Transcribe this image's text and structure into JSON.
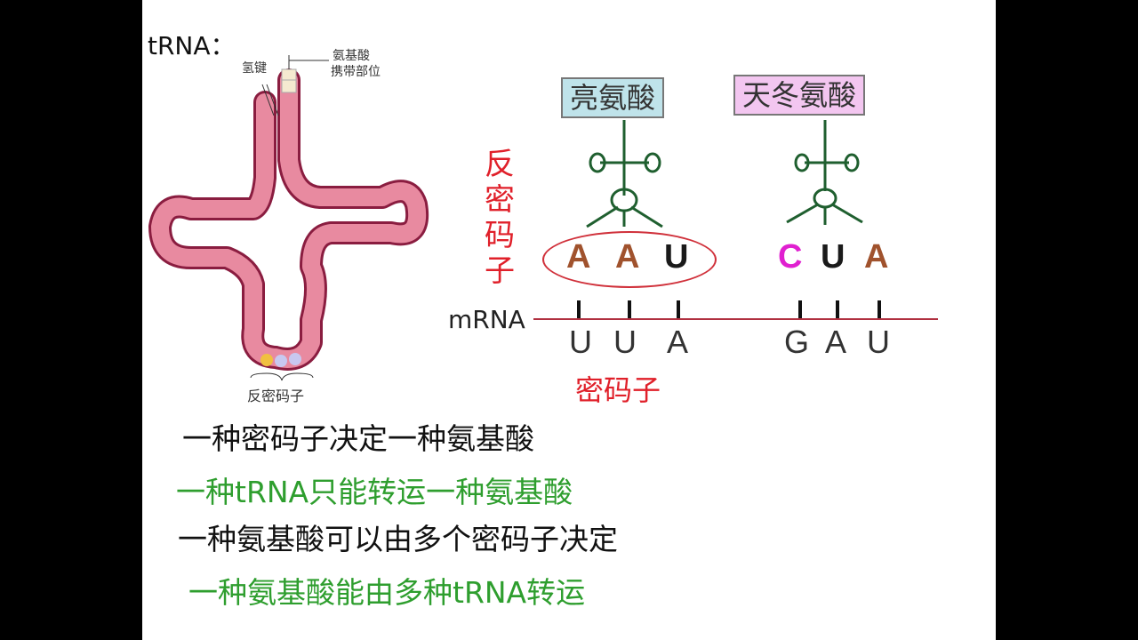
{
  "trna_diagram": {
    "title": "tRNA：",
    "hydrogen_bond": "氢键",
    "aa_site": "氨基酸\n携带部位",
    "aa_site_l1": "氨基酸",
    "aa_site_l2": "携带部位",
    "anticodon": "反密码子"
  },
  "amino_acids": [
    {
      "name": "亮氨酸",
      "color": "#bfe3ea"
    },
    {
      "name": "天冬氨酸",
      "color": "#f3c6f0"
    }
  ],
  "anticodon_label": [
    "反",
    "密",
    "码",
    "子"
  ],
  "anticodons": [
    [
      "A",
      "A",
      "U"
    ],
    [
      "C",
      "U",
      "A"
    ]
  ],
  "anticodon_colors": {
    "A": "#a0522d",
    "U": "#1a1a1a",
    "C": "#e020d0"
  },
  "mrna_label": "mRNA",
  "codons": [
    [
      "U",
      "U",
      "A"
    ],
    [
      "G",
      "A",
      "U"
    ]
  ],
  "codon_label": "密码子",
  "statements": [
    {
      "text": "一种密码子决定一种氨基酸",
      "color": "#111111"
    },
    {
      "text": "一种tRNA只能转运一种氨基酸",
      "color": "#2e9e2e"
    },
    {
      "text": "一种氨基酸可以由多个密码子决定",
      "color": "#111111"
    },
    {
      "text": "一种氨基酸能由多种tRNA转运",
      "color": "#2e9e2e"
    }
  ],
  "accent_red": "#e0202a"
}
